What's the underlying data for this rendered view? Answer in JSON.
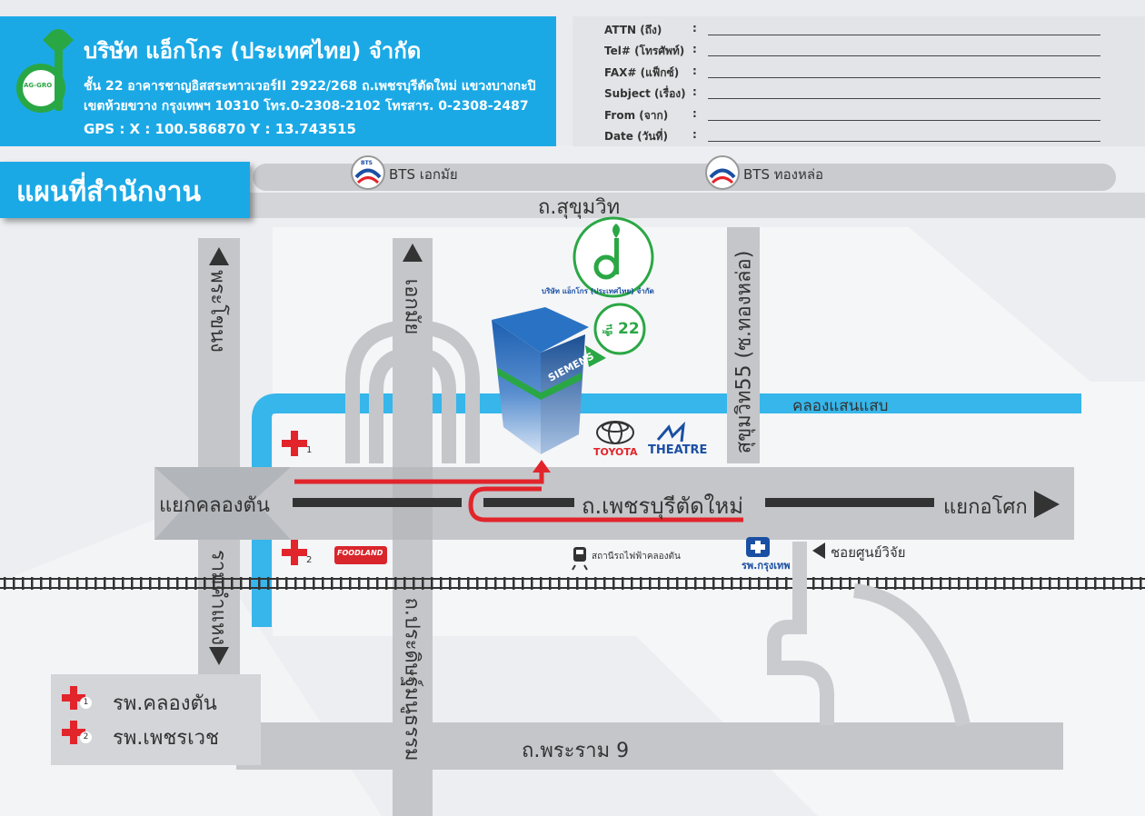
{
  "company": {
    "name": "บริษัท แอ็กโกร (ประเทศไทย) จำกัด",
    "address_line1": "ชั้น 22 อาคารชาญอิสสระทาวเวอร์II 2922/268 ถ.เพชรบุรีตัดใหม่ แขวงบางกะปิ",
    "address_line2": "เขตห้วยขวาง กรุงเทพฯ 10310 โทร.0-2308-2102 โทรสาร. 0-2308-2487",
    "gps": "GPS : X : 100.586870 Y : 13.743515",
    "logo_text": "AG-GRO"
  },
  "form": {
    "fields": [
      {
        "label": "ATTN (ถึง)",
        "colon": ":"
      },
      {
        "label": "Tel# (โทรศัพท์)",
        "colon": ":"
      },
      {
        "label": "FAX# (แฟ็กซ์)",
        "colon": ":"
      },
      {
        "label": "Subject (เรื่อง)",
        "colon": ":"
      },
      {
        "label": "From (จาก)",
        "colon": ":"
      },
      {
        "label": "Date (วันที่)",
        "colon": ":"
      }
    ]
  },
  "title": "แผนที่สำนักงาน",
  "map": {
    "bts_logo_text": "BTS",
    "bts": [
      {
        "label": "BTS เอกมัย"
      },
      {
        "label": "BTS ทองหล่อ"
      }
    ],
    "roads": {
      "sukhumvit": "ถ.สุขุมวิท",
      "phetchaburi": "ถ.เพชรบุรีตัดใหม่",
      "rama9": "ถ.พระราม 9",
      "ekkamai": "เอกมัย",
      "thonglor": "สุขุมวิท55 (ซ.ทองหล่อ)",
      "prakhanong": "พระโขนง",
      "ramkhamhaeng": "รามคำแหง",
      "pradit": "ถ.ประดิษฐ์มนูธรรม",
      "canal": "คลองแสนแสบ",
      "khlongtan_junction": "แยกคลองตัน",
      "asok_junction": "แยกอโศก",
      "soi_soonvijai": "ชอยศูนย์วิจัย"
    },
    "places": {
      "building_sign": "SIEMENS",
      "floor_label": "ชั้น",
      "floor_number": "22",
      "company_small": "บริษัท แอ็กโกร (ประเทศไทย) จำกัด",
      "toyota": "TOYOTA",
      "theatre": "THEATRE",
      "foodland": "FOODLAND",
      "train_station": "สถานีรถไฟฟ้าคลองตัน",
      "bangkok_hospital": "รพ.กรุงเทพ"
    },
    "hospital_markers": [
      "1",
      "2"
    ]
  },
  "legend": [
    {
      "num": "1",
      "label": "รพ.คลองตัน"
    },
    {
      "num": "2",
      "label": "รพ.เพชรเวช"
    }
  ],
  "colors": {
    "brand_blue": "#1ba9e6",
    "brand_green": "#2aa745",
    "road": "#c4c6ca",
    "canal": "#36b6ea",
    "route": "#e2242b"
  }
}
